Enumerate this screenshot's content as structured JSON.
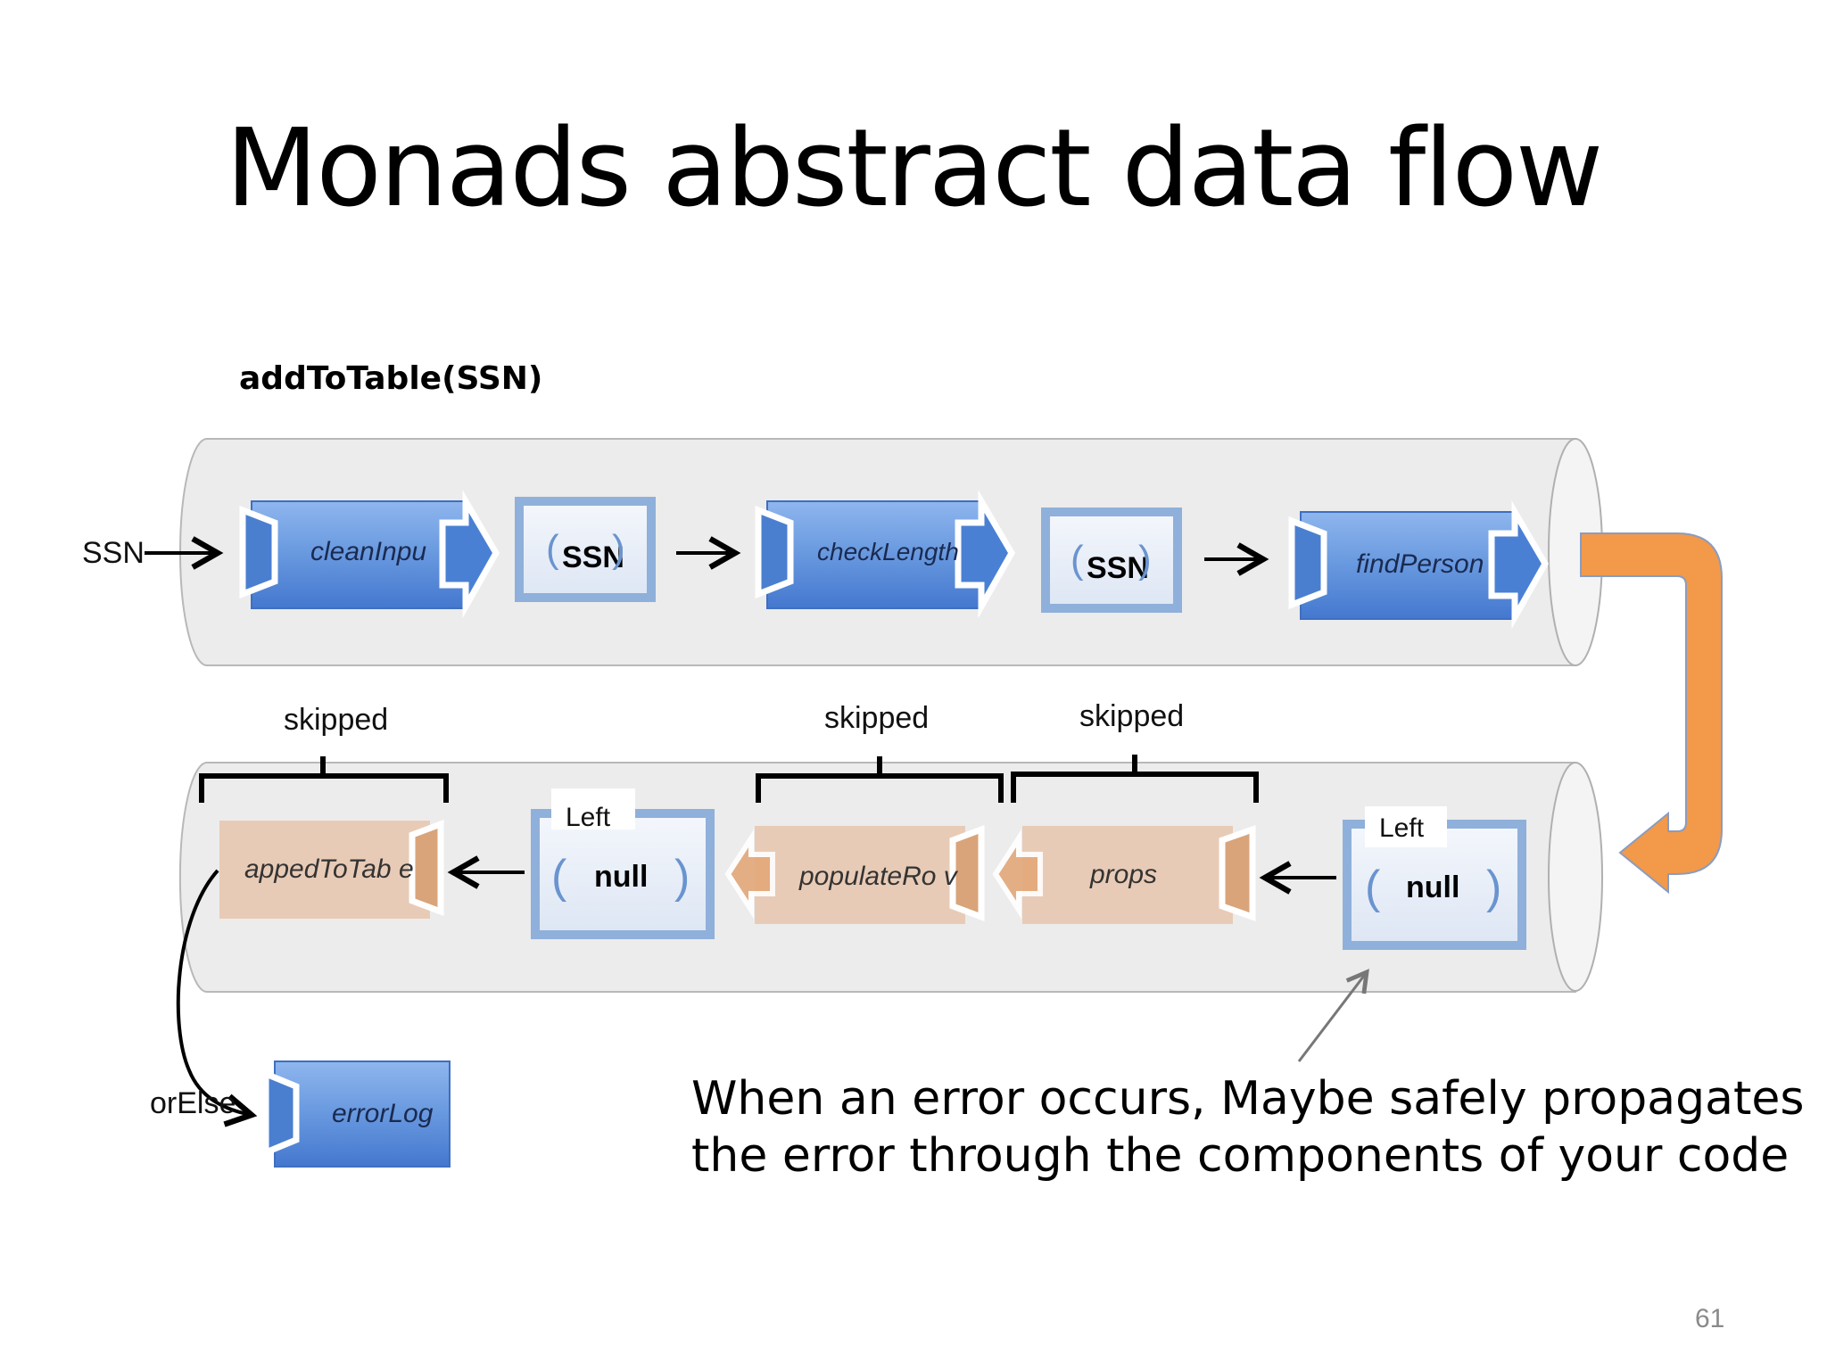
{
  "slide": {
    "title": "Monads abstract data flow",
    "function_name": "addToTable(SSN)",
    "page_number": "61"
  },
  "top_pipe": {
    "input_label": "SSN",
    "functions": [
      {
        "label": "cleanInpu"
      },
      {
        "label": "checkLength"
      },
      {
        "label": "findPerson"
      }
    ],
    "values": [
      {
        "label": "SSN"
      },
      {
        "label": "SSN"
      }
    ]
  },
  "bottom_pipe": {
    "skipped_labels": [
      "skipped",
      "skipped",
      "skipped"
    ],
    "functions": [
      {
        "label": "appedToTab e"
      },
      {
        "label": "populateRo v"
      },
      {
        "label": "props"
      }
    ],
    "left_values": [
      {
        "tag": "Left",
        "value": "null"
      },
      {
        "tag": "Left",
        "value": "null"
      }
    ]
  },
  "error": {
    "or_else_label": "orElse",
    "handler_label": "errorLog"
  },
  "caption": {
    "line1": "When an error occurs, Maybe safely propagates",
    "line2": "the error through the components of your code"
  },
  "colors": {
    "function_blue": "#4a80d0",
    "function_blue_light": "#7aa5e6",
    "value_border": "#8fb0da",
    "skipped_fill": "#e8c9b3",
    "pipe_fill": "#ececec",
    "orange_arrow": "#f2994a"
  }
}
